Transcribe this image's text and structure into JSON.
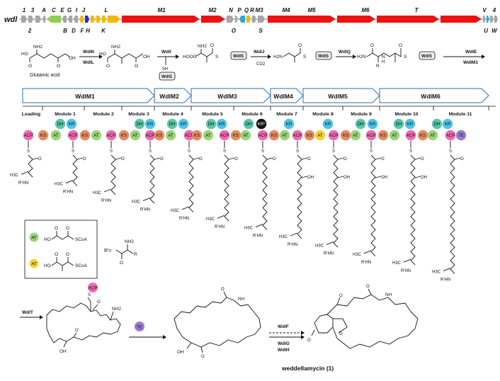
{
  "gene_cluster": {
    "cluster_name": "wdl",
    "top_labels": [
      "1",
      "3",
      "A",
      "C",
      "E",
      "G",
      "I",
      "J",
      "L",
      "M1",
      "M2",
      "N",
      "P",
      "Q",
      "R",
      "M3",
      "M4",
      "M5",
      "M6",
      "T",
      "V",
      "4"
    ],
    "bottom_labels": [
      "2",
      "B",
      "D",
      "F",
      "H",
      "K",
      "O",
      "S",
      "U",
      "W"
    ],
    "gene_colors": {
      "grey": "#a6a6a6",
      "green": "#8fd14f",
      "yellow": "#f5b800",
      "blue": "#1e2fd6",
      "cyan": "#29a8e0",
      "red": "#ee1111"
    }
  },
  "pathway": {
    "start_compound": "Glutamic acid",
    "enzymes_step1": [
      "WdlK",
      "WdlL"
    ],
    "enzyme_step2": "WdlI",
    "enzyme_step3": "WdlJ",
    "enzyme_step4": "WdlQ",
    "enzymes_step5": [
      "WdlE",
      "WdlM1"
    ],
    "carrier": "WdlS",
    "co2": "CO2",
    "atoms": {
      "H2N": "H2N",
      "NH2": "NH2",
      "OH": "OH",
      "HO": "HO",
      "HOOC": "HOOC",
      "SH": "SH",
      "S": "S",
      "O": "O",
      "R": "R",
      "N": "N",
      "H": "H"
    }
  },
  "pks": {
    "modules_header": [
      "WdlM1",
      "WdlM2",
      "WdlM3",
      "WdlM4",
      "WdlM5",
      "WdlM6"
    ],
    "module_labels": [
      "Loading",
      "Module 1",
      "Module 2",
      "Module 3",
      "Module 4",
      "Module 5",
      "Module 6",
      "Module 7",
      "Module 8",
      "Module 9",
      "Module 10",
      "Module 11"
    ],
    "domains": {
      "ACP": "ACP",
      "KS": "KS",
      "AT": "AT",
      "DH": "DH",
      "KR": "KR",
      "KR0": "KR⁰",
      "TE": "TE"
    },
    "domain_colors": {
      "ACP": "#f06ab0",
      "KS": "#e58b60",
      "AT_green": "#9bd47a",
      "AT_yellow": "#f5d23a",
      "DH": "#57c7a8",
      "KR": "#4fc3e8",
      "KR0": "#111111",
      "TE": "#9a7bd0"
    },
    "chain_labels": {
      "RHN": "R'HN",
      "H3C": "H3C",
      "OH": "OH",
      "O": "O",
      "S": "S"
    }
  },
  "legend": {
    "at_green_formula": "SCoA",
    "at_yellow_formula": "SCoA",
    "r_prime_def": "R'=",
    "ho": "HO",
    "nh2": "NH2",
    "r": "R"
  },
  "bottom": {
    "enzyme_wdlT": "WdlT",
    "enzyme_wdlF": "WdlF",
    "enzymes_wdlGH": [
      "WdlG",
      "WdlH"
    ],
    "te": "TE",
    "acp": "ACP",
    "product_name": "weddellamycin (1)",
    "labels": {
      "NH2": "NH2",
      "OH": "OH",
      "O": "O",
      "N": "N",
      "H": "H",
      "S": "S"
    }
  }
}
